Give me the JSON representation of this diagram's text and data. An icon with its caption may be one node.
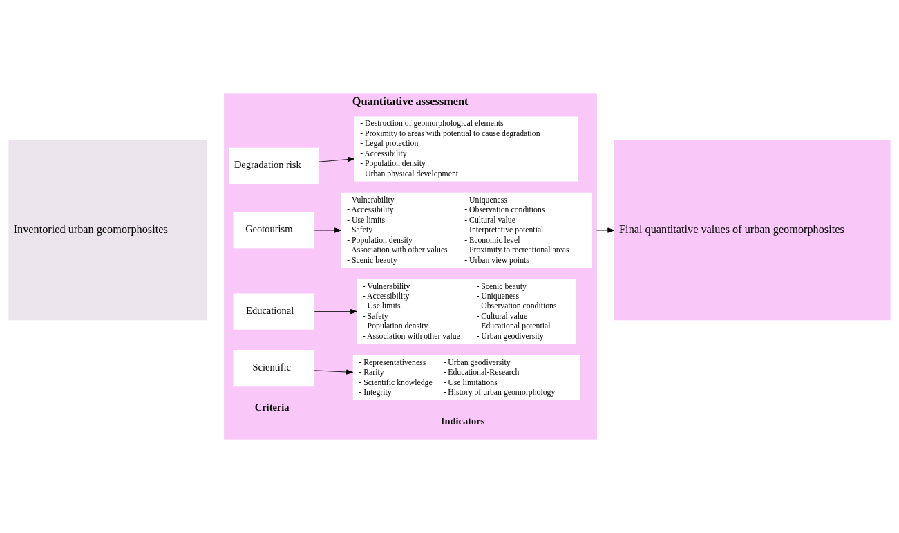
{
  "diagram": {
    "nodes": [
      {
        "text": [
          "Inventoried urban geomorphosites"
        ]
      },
      {
        "text": [
          "Quantitative assessment"
        ]
      },
      {
        "text": [
          "Scientific"
        ],
        "in": 1
      },
      {
        "text": [
          "- Representativeness",
          "- Urban geodiversity",
          "- Rarity",
          "- Educational-Research",
          "- Scientific knowledge",
          "- Use limitations",
          "- Integrity",
          "- History of urban geomorphology"
        ],
        "in": 1
      },
      {
        "text": [
          "Educational"
        ],
        "in": 1
      },
      {
        "text": [
          "- Vulnerability",
          "- Scenic beauty",
          "- Accessibility",
          "- Uniqueness",
          "- Use limits",
          "- Observation conditions",
          "- Safety",
          "- Cultural value",
          "- Population density",
          "- Educational potential",
          "- Association with other value",
          "- Urban geodiversity"
        ],
        "in": 1
      },
      {
        "text": [
          "Geotourism"
        ],
        "in": 1
      },
      {
        "text": [
          "- Vulnerability",
          "- Uniqueness",
          "- Accessibility",
          "- Observation conditions",
          "- Use limits",
          "- Cultural value",
          "- Safety",
          "- Interpretative potential",
          "- Population density",
          "- Economic level",
          "- Association with other values",
          "- Proximity to recreational areas",
          "- Scenic beauty",
          "- Urban view points"
        ],
        "in": 1
      },
      {
        "text": [
          "Degradation risk"
        ],
        "in": 1
      },
      {
        "text": [
          "- Destruction of geomorphological elements",
          "- Proximity to areas with potential to cause degradation",
          "- Legal protection",
          "- Accessibility",
          "- Population density",
          "- Urban physical development"
        ],
        "in": 1
      },
      {
        "text": [
          "Final quantitative values of urban geomorphosites"
        ]
      }
    ],
    "edges": [
      {
        "from": 2,
        "to": 3,
        "arrow": "to"
      },
      {
        "from": 4,
        "to": 5,
        "arrow": "to"
      },
      {
        "from": 6,
        "to": 7,
        "arrow": "to"
      },
      {
        "from": 8,
        "to": 9,
        "arrow": "to"
      },
      {
        "from": 1,
        "to": 10,
        "arrow": "to"
      }
    ],
    "labels": [
      "Criteria",
      "Indicators"
    ]
  }
}
